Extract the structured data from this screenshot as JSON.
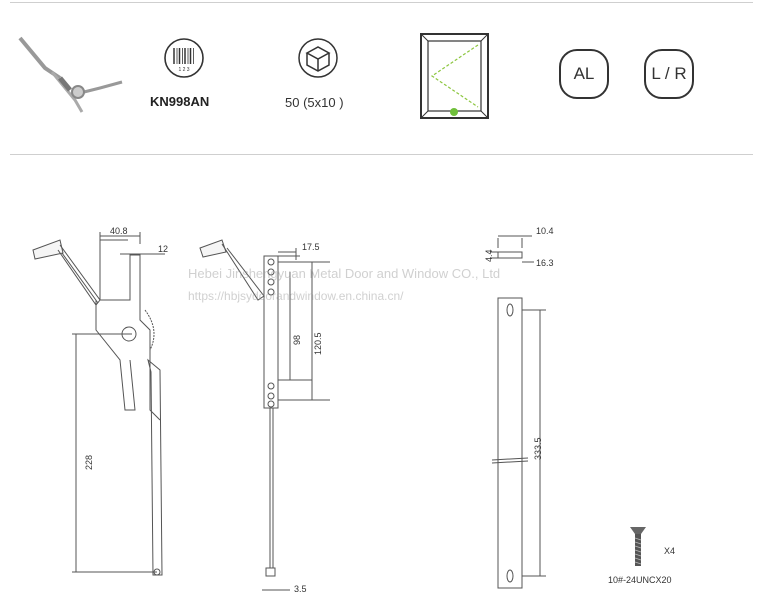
{
  "header": {
    "model": "KN998AN",
    "barcode_digits": "1 2 3",
    "package": "50 (5x10 )",
    "material_badge": "AL",
    "hand_badge": "L / R"
  },
  "dimensions": {
    "d_40_8": "40.8",
    "d_12": "12",
    "d_228": "228",
    "d_17_5": "17.5",
    "d_120_5": "120.5",
    "d_98": "98",
    "d_3_5": "3.5",
    "d_10_4": "10.4",
    "d_4_4": "4.4",
    "d_16_3": "16.3",
    "d_333_5": "333.5"
  },
  "screw": {
    "quantity": "X4",
    "spec": "10#-24UNCX20"
  },
  "watermark": {
    "line1": "Hebei Jinshengyuan Metal Door and Window CO., Ltd",
    "line2": "https://hbjsydoorandwindow.en.china.cn/"
  },
  "colors": {
    "line": "#555555",
    "accent_green": "#6fbf3a",
    "hinge_dash": "#8cc63f"
  }
}
